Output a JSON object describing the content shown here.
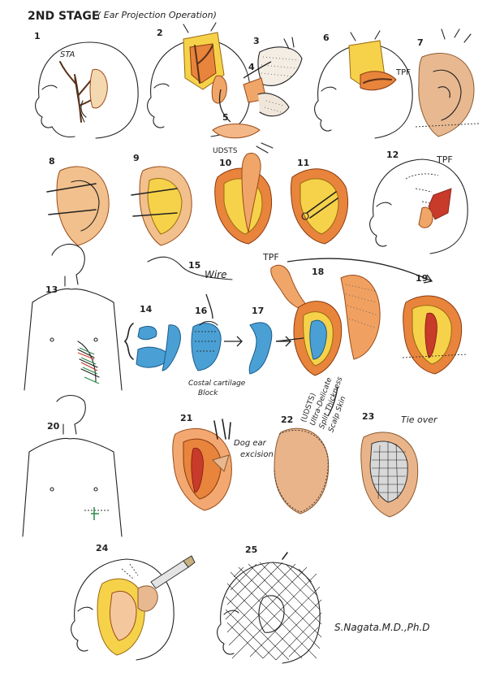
{
  "title": {
    "stage": "2ND STAGE",
    "subtitle": "( Ear Projection Operation)"
  },
  "steps": [
    {
      "number": "1",
      "labels": [
        "STA"
      ]
    },
    {
      "number": "2",
      "labels": []
    },
    {
      "number": "3",
      "labels": []
    },
    {
      "number": "4",
      "labels": []
    },
    {
      "number": "5",
      "labels": [
        "UDSTS"
      ]
    },
    {
      "number": "6",
      "labels": [
        "TPF"
      ]
    },
    {
      "number": "7",
      "labels": []
    },
    {
      "number": "8",
      "labels": []
    },
    {
      "number": "9",
      "labels": []
    },
    {
      "number": "10",
      "labels": []
    },
    {
      "number": "11",
      "labels": []
    },
    {
      "number": "12",
      "labels": [
        "TPF"
      ]
    },
    {
      "number": "13",
      "labels": []
    },
    {
      "number": "14",
      "labels": []
    },
    {
      "number": "15",
      "labels": [
        "Wire"
      ]
    },
    {
      "number": "16",
      "labels": [
        "Costal cartilage",
        "Block"
      ]
    },
    {
      "number": "17",
      "labels": []
    },
    {
      "number": "18",
      "labels": [
        "TPF",
        "(UDSTS)",
        "Ultra-Delicate",
        "Split Thickness",
        "Scalp Skin"
      ]
    },
    {
      "number": "19",
      "labels": []
    },
    {
      "number": "20",
      "labels": []
    },
    {
      "number": "21",
      "labels": [
        "Dog ear",
        "excision"
      ]
    },
    {
      "number": "22",
      "labels": []
    },
    {
      "number": "23",
      "labels": [
        "Tie over"
      ]
    },
    {
      "number": "24",
      "labels": []
    },
    {
      "number": "25",
      "labels": []
    }
  ],
  "signature": "S.Nagata.M.D.,Ph.D",
  "colors": {
    "ink": "#222222",
    "framework_orange": "#e8843c",
    "fascia_yellow": "#f6d24a",
    "cartilage_blue": "#4aa0d4",
    "skin_peach": "#e8b890",
    "vessel_red": "#c83a2a"
  }
}
